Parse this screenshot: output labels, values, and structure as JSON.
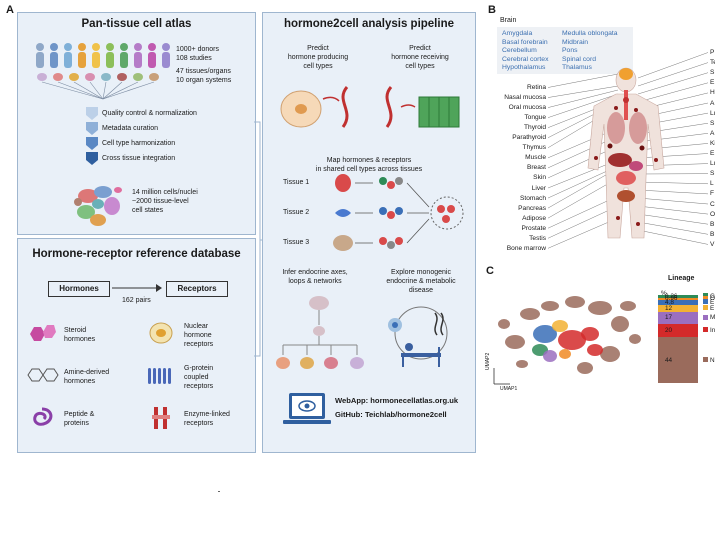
{
  "panel_letters": {
    "a": "A",
    "b": "B",
    "c": "C"
  },
  "atlas": {
    "title": "Pan-tissue cell atlas",
    "stat1": "1000+ donors",
    "stat2": "108 studies",
    "stat3": "47 tissues/organs",
    "stat4": "10 organ systems",
    "steps": [
      "Quality control & normalization",
      "Metadata curation",
      "Cell type harmonization",
      "Cross tissue integration"
    ],
    "cells1": "14 million cells/nuclei",
    "cells2": "~2000 tissue-level",
    "cells3": "cell states"
  },
  "database": {
    "title": "Hormone-receptor reference database",
    "hormones_label": "Hormones",
    "receptors_label": "Receptors",
    "pairs": "162 pairs",
    "items": [
      {
        "line1": "Steroid",
        "line2": "hormones"
      },
      {
        "line1": "Amine-derived",
        "line2": "hormones"
      },
      {
        "line1": "Peptide &",
        "line2": "proteins"
      }
    ],
    "receptors": [
      {
        "line1": "Nuclear",
        "line2": "hormone",
        "line3": "receptors"
      },
      {
        "line1": "G-protein",
        "line2": "coupled",
        "line3": "receptors"
      },
      {
        "line1": "Enzyme-linked",
        "line2": "receptors",
        "line3": ""
      }
    ]
  },
  "pipeline": {
    "title": "hormone2cell analysis pipeline",
    "predict1": [
      "Predict",
      "hormone producing",
      "cell types"
    ],
    "predict2": [
      "Predict",
      "hormone receiving",
      "cell types"
    ],
    "map": [
      "Map hormones & receptors",
      "in shared cell types across tissues"
    ],
    "tissues": [
      "Tissue 1",
      "Tissue 2",
      "Tissue 3"
    ],
    "infer": [
      "Infer endocrine axes,",
      "loops & networks"
    ],
    "explore": [
      "Explore monogenic",
      "endocrine & metabolic",
      "disease"
    ],
    "webapp": "WebApp: hormonecellatlas.org.uk",
    "github": "GitHub: Teichlab/hormone2cell"
  },
  "brain": {
    "label": "Brain",
    "col1": [
      "Amygdala",
      "Basal forebrain",
      "Cerebellum",
      "Cerebral cortex",
      "Hypothalamus"
    ],
    "col2": [
      "Medulla oblongata",
      "Midbrain",
      "Pons",
      "Spinal cord",
      "Thalamus"
    ]
  },
  "organs_left": [
    "Retina",
    "Nasal mucosa",
    "Oral mucosa",
    "Tongue",
    "Thyroid",
    "Parathyroid",
    "Thymus",
    "Muscle",
    "Breast",
    "Skin",
    "Liver",
    "Stomach",
    "Pancreas",
    "Adipose",
    "Prostate",
    "Testis",
    "Bone marrow"
  ],
  "organs_right": [
    "P",
    "Te",
    "S",
    "E",
    "H",
    "A",
    "Lu",
    "S",
    "A",
    "Ki",
    "E",
    "Lu",
    "S",
    "L",
    "F",
    "C",
    "O",
    "B",
    "B",
    "V"
  ],
  "umap": {
    "x": "UMAP1",
    "y": "UMAP2"
  },
  "lineage": {
    "title": "Lineage",
    "pct_header": "%",
    "values": [
      "0.26",
      "0.96",
      "4.8",
      "12",
      "17",
      "20",
      "44"
    ],
    "labels": [
      "G",
      "O",
      "E",
      "E",
      "M",
      "In",
      "N"
    ],
    "colors": [
      "#2e8b57",
      "#f08a24",
      "#3a6fb7",
      "#f2b134",
      "#9b6fc0",
      "#d42a2a",
      "#9a6b5c"
    ],
    "fractions": [
      0.0026,
      0.0096,
      0.048,
      0.12,
      0.17,
      0.2,
      0.44
    ]
  },
  "colors": {
    "panel_bg": "#e9f0f8",
    "panel_border": "#9fb6cf",
    "brain_text": "#3b6fb0",
    "step_arrow": "#3b6fb0"
  }
}
